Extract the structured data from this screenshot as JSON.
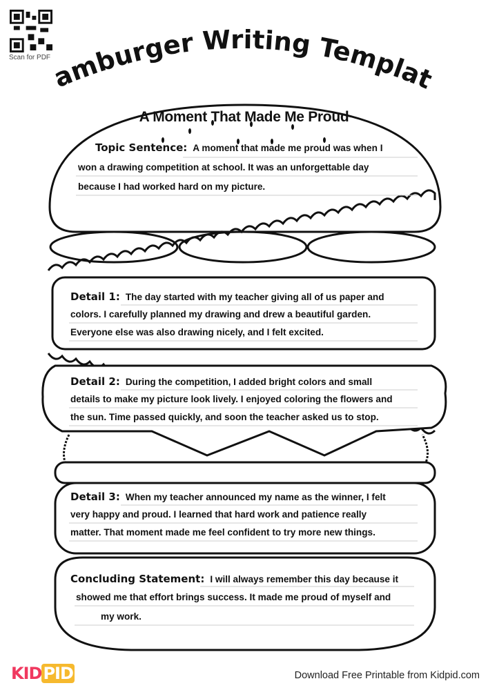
{
  "header": {
    "qr_caption": "Scan for PDF",
    "title": "Hamburger Writing Template",
    "subtitle": "A Moment That Made Me Proud"
  },
  "sections": [
    {
      "label": "Topic Sentence:",
      "lines": [
        "A moment that made me proud was when I",
        "won a drawing competition at school. It was an unforgettable day",
        "because I had worked hard on my picture."
      ]
    },
    {
      "label": "Detail 1:",
      "lines": [
        "The day started with my teacher giving all of us paper and",
        "colors. I carefully planned my drawing and drew a beautiful garden.",
        "Everyone else was also drawing nicely, and I felt excited."
      ]
    },
    {
      "label": "Detail 2:",
      "lines": [
        "During the competition, I added bright colors and small",
        "details to make my picture look lively. I enjoyed coloring the flowers and",
        "the sun. Time passed quickly, and soon the teacher asked us to stop."
      ]
    },
    {
      "label": "Detail 3:",
      "lines": [
        "When my teacher announced my name as the winner, I felt",
        "very happy and proud. I learned that hard work and patience really",
        "matter. That moment made me feel confident to try more new things."
      ]
    },
    {
      "label": "Concluding Statement:",
      "lines": [
        "I will always remember this day because it",
        "showed me that effort brings success. It made me proud of myself and",
        "my work."
      ]
    }
  ],
  "footer": {
    "logo_part1": "KID",
    "logo_part2": "PID",
    "text": "Download Free Printable from Kidpid.com"
  },
  "colors": {
    "logo_red": "#f0385f",
    "logo_yellow": "#f6b92e"
  }
}
